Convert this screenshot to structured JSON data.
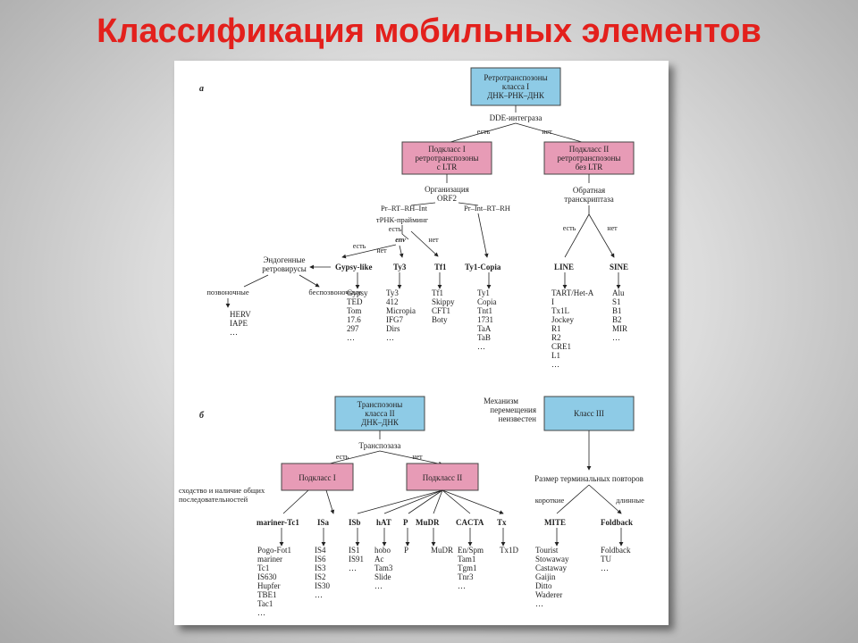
{
  "title": "Классификация мобильных элементов",
  "panel_a": {
    "label": "а",
    "root": [
      "Ретротранспозоны",
      "класса I",
      "ДНК–РНК–ДНК"
    ],
    "dde": "DDE-интеграза",
    "yes": "есть",
    "no": "нет",
    "sub1": [
      "Подкласс I",
      "ретротранспозоны",
      "с LTR"
    ],
    "sub2": [
      "Подкласс II",
      "ретротранспозоны",
      "без LTR"
    ],
    "org": [
      "Организация",
      "ORF2"
    ],
    "pr1": "Pr–RT–RH–Int",
    "pr2": "Pr–Int–RT–RH",
    "trna": "тРНК-прайминг",
    "trna_yes": "есть",
    "env": "env",
    "env_yes": "есть",
    "env_no": "нет",
    "trna_no": "нет",
    "erv": [
      "Эндогенные",
      "ретровирусы"
    ],
    "vert": "позвоночные",
    "invert": "беспозвоночные",
    "herv": [
      "HERV",
      "IAPE",
      "…"
    ],
    "rt": [
      "Обратная",
      "транскриптаза"
    ],
    "rt_yes": "есть",
    "rt_no": "нет",
    "groups": [
      {
        "name": "Gypsy-like",
        "items": [
          "Gypsy",
          "TED",
          "Tom",
          "17.6",
          "297",
          "…"
        ]
      },
      {
        "name": "Ty3",
        "items": [
          "Ty3",
          "412",
          "Micropia",
          "IFG7",
          "Dirs",
          "…"
        ]
      },
      {
        "name": "Tf1",
        "items": [
          "Tf1",
          "Skippy",
          "CFT1",
          "Boty"
        ]
      },
      {
        "name": "Ty1-Copia",
        "items": [
          "Ty1",
          "Copia",
          "Tnt1",
          "1731",
          "TaA",
          "TaB",
          "…"
        ]
      },
      {
        "name": "LINE",
        "items": [
          "TART/Het-A",
          "I",
          "Tx1L",
          "Jockey",
          "R1",
          "R2",
          "CRE1",
          "L1",
          "…"
        ]
      },
      {
        "name": "SINE",
        "items": [
          "Alu",
          "S1",
          "B1",
          "B2",
          "MIR",
          "…"
        ]
      }
    ]
  },
  "panel_b": {
    "label": "б",
    "root": [
      "Транспозоны",
      "класса II",
      "ДНК–ДНК"
    ],
    "mech": [
      "Механизм",
      "перемещения",
      "неизвестен"
    ],
    "class3": "Класс III",
    "tpase": "Транспозаза",
    "yes": "есть",
    "no": "нет",
    "sub1": "Подкласс I",
    "sub2": "Подкласс II",
    "similar": [
      "сходство и наличие общих",
      "последовательностей"
    ],
    "repeats": "Размер терминальных повторов",
    "short": "короткие",
    "long": "длинные",
    "groups": [
      {
        "name": "mariner-Tc1",
        "items": [
          "Pogo-Fot1",
          "mariner",
          "Tc1",
          "IS630",
          "Hupfer",
          "TBE1",
          "Tac1",
          "…"
        ]
      },
      {
        "name": "ISa",
        "items": [
          "IS4",
          "IS6",
          "IS3",
          "IS2",
          "IS30",
          "…"
        ]
      },
      {
        "name": "ISb",
        "items": [
          "IS1",
          "IS91",
          "…"
        ]
      },
      {
        "name": "hAT",
        "items": [
          "hobo",
          "Ac",
          "Tam3",
          "Slide",
          "…"
        ]
      },
      {
        "name": "P",
        "items": [
          "P"
        ]
      },
      {
        "name": "MuDR",
        "items": [
          "MuDR"
        ]
      },
      {
        "name": "CACTA",
        "items": [
          "En/Spm",
          "Tam1",
          "Tgm1",
          "Tnr3",
          "…"
        ]
      },
      {
        "name": "Tx",
        "items": [
          "Tx1D"
        ]
      },
      {
        "name": "MITE",
        "items": [
          "Tourist",
          "Stowaway",
          "Castaway",
          "Gaijin",
          "Ditto",
          "Waderer",
          "…"
        ]
      },
      {
        "name": "Foldback",
        "items": [
          "Foldback",
          "TU",
          "…"
        ]
      }
    ]
  },
  "colors": {
    "title": "#e3201c",
    "blue_box": "#8ecbe6",
    "pink_box": "#e79bb6"
  }
}
